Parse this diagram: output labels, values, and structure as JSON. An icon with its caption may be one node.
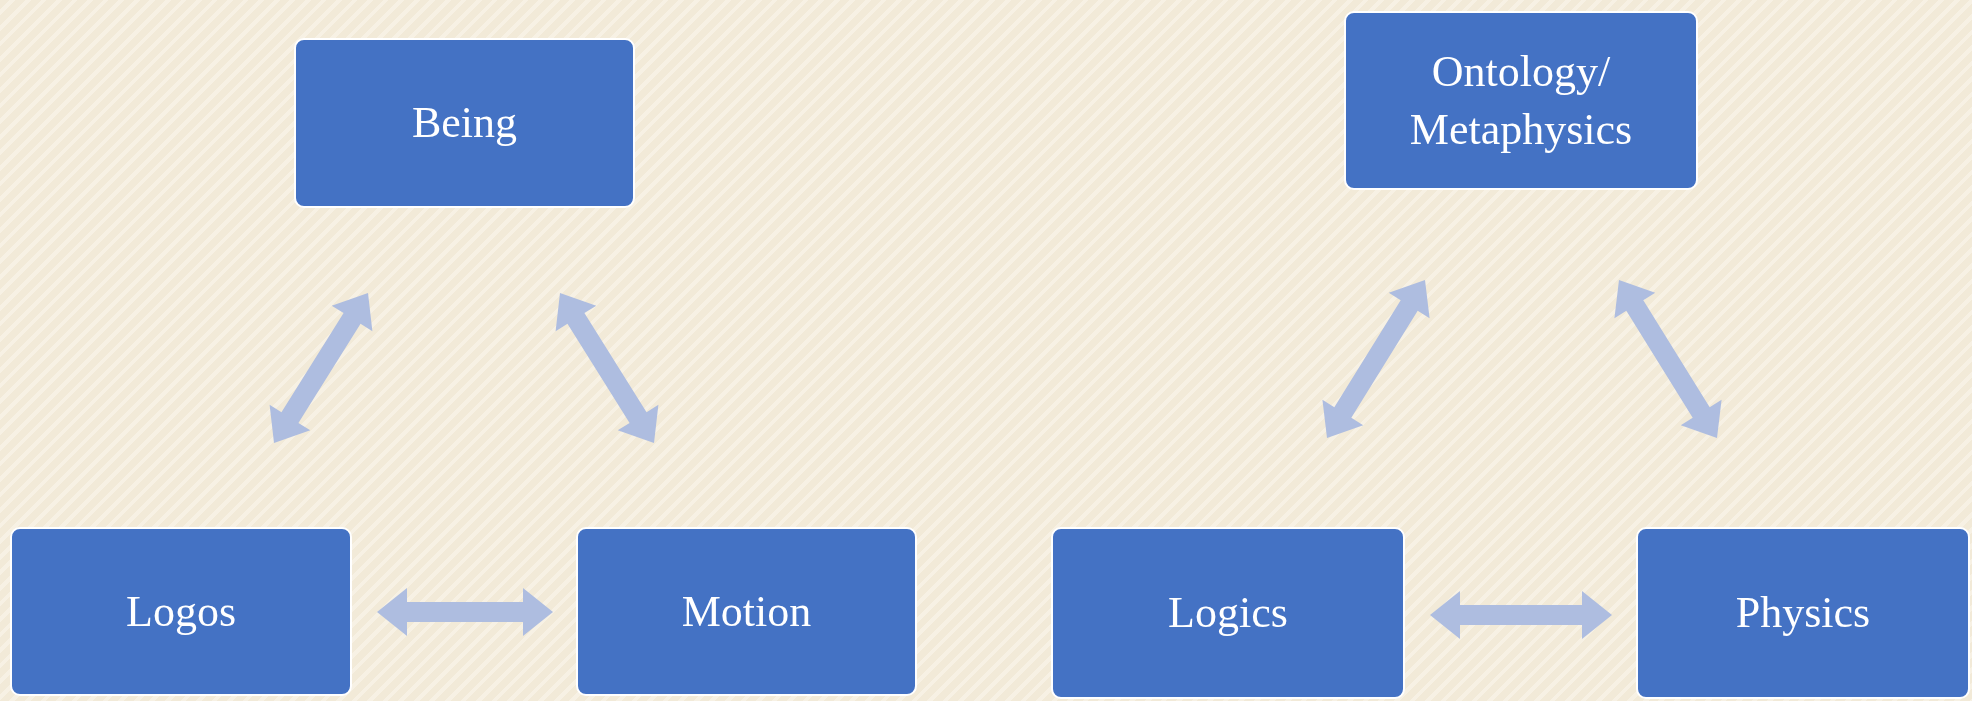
{
  "diagram": {
    "nodes": [
      {
        "text": [
          "Being"
        ]
      },
      {
        "text": [
          "Ontology/ Metaphysics"
        ]
      },
      {
        "text": [
          "Logos"
        ]
      },
      {
        "text": [
          "Motion"
        ]
      },
      {
        "text": [
          "Logics"
        ]
      },
      {
        "text": [
          "Physics"
        ]
      }
    ],
    "edges": [
      {
        "from": 0,
        "to": 2,
        "arrow": "both"
      },
      {
        "from": 0,
        "to": 3,
        "arrow": "both"
      },
      {
        "from": 2,
        "to": 3,
        "arrow": "both"
      },
      {
        "from": 1,
        "to": 4,
        "arrow": "both"
      },
      {
        "from": 1,
        "to": 5,
        "arrow": "both"
      },
      {
        "from": 4,
        "to": 5,
        "arrow": "both"
      }
    ]
  }
}
